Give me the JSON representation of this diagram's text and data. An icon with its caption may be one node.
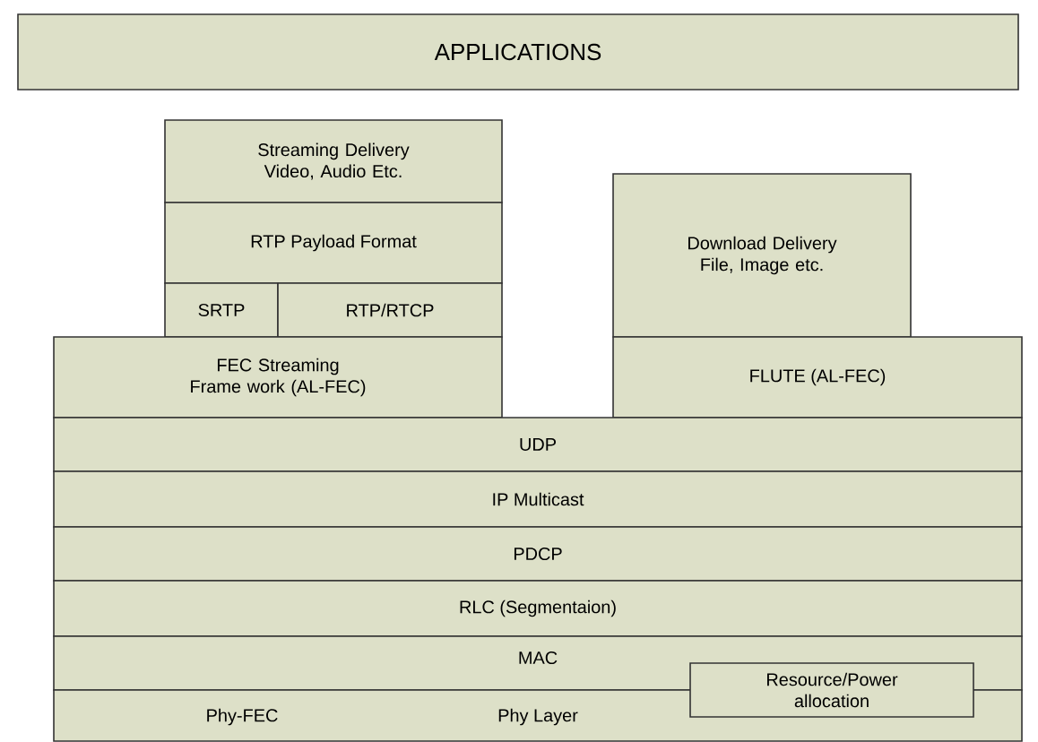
{
  "diagram": {
    "nodes": [
      {
        "text": [
          "APPLICATIONS"
        ]
      },
      {
        "text": [
          "Streaming Delivery Video, Audio Etc."
        ]
      },
      {
        "text": [
          "RTP Payload Format"
        ]
      },
      {
        "text": [
          "SRTP"
        ]
      },
      {
        "text": [
          "RTP/RTCP"
        ]
      },
      {
        "text": [
          "FEC Streaming Frame work (AL-FEC)"
        ]
      },
      {
        "text": [
          "Download Delivery File, Image etc."
        ]
      },
      {
        "text": [
          "FLUTE (AL-FEC)"
        ]
      },
      {
        "text": [
          "UDP"
        ]
      },
      {
        "text": [
          "IP Multicast"
        ]
      },
      {
        "text": [
          "PDCP"
        ]
      },
      {
        "text": [
          "RLC (Segmentaion)"
        ]
      },
      {
        "text": [
          "MAC"
        ]
      },
      {
        "text": [
          "Phy-FEC",
          "Phy Layer"
        ]
      },
      {
        "text": [
          "Resource/Power allocation"
        ]
      }
    ]
  }
}
